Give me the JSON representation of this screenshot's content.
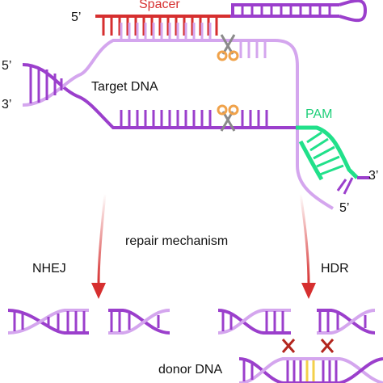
{
  "labels": {
    "spacer": "Spacer",
    "five_prime": "5’",
    "three_prime": "3’",
    "target_dna": "Target DNA",
    "pam": "PAM",
    "repair_mechanism": "repair mechanism",
    "nhej": "NHEJ",
    "hdr": "HDR",
    "donor_dna": "donor DNA"
  },
  "colors": {
    "dark_purple": "#9b3fcc",
    "light_purple": "#d4a6ee",
    "red": "#d62f2f",
    "green": "#21e08a",
    "orange": "#f0a24a",
    "yellow": "#f3d04a",
    "grey": "#8a8a8a"
  },
  "icons": [
    "scissors-icon",
    "scissors-icon",
    "cross-mark-icon",
    "cross-mark-icon",
    "arrow-down-icon",
    "arrow-down-icon"
  ]
}
